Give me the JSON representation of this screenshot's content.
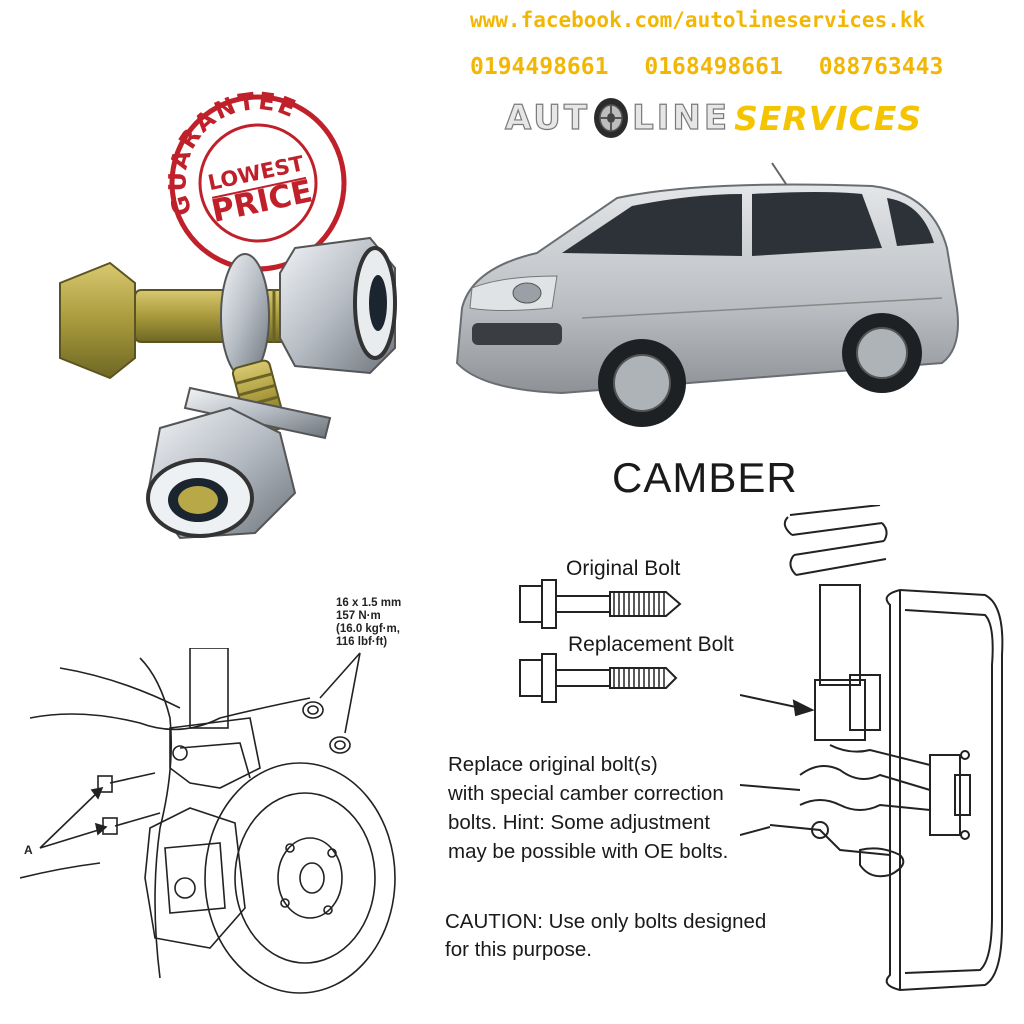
{
  "header": {
    "facebook_url": "www.facebook.com/autolineservices.kk",
    "phones": [
      "0194498661",
      "0168498661",
      "088763443"
    ]
  },
  "logo": {
    "part1": "AUT",
    "part2": "LINE",
    "part3": "SERVICES",
    "accent_color": "#f5c400",
    "tire_icon": "tire-icon"
  },
  "stamp": {
    "ring_text": "GUARANTEE",
    "center_line1": "LOWEST",
    "center_line2": "PRICE",
    "color": "#c0202a"
  },
  "title": "CAMBER",
  "bolts": {
    "original_label": "Original Bolt",
    "replacement_label": "Replacement Bolt"
  },
  "spec": {
    "lines": [
      "16 x 1.5 mm",
      "157 N·m",
      "(16.0 kgf·m,",
      "116 lbf·ft)"
    ]
  },
  "callout": "A",
  "instructions": {
    "lines": [
      "Replace original bolt(s)",
      "with special camber correction",
      "bolts.  Hint: Some adjustment",
      "may be possible with OE bolts."
    ]
  },
  "caution": {
    "lines": [
      "CAUTION: Use only bolts designed",
      "for this purpose."
    ]
  },
  "colors": {
    "brand_yellow": "#f2b705",
    "text": "#1a1a1a"
  }
}
